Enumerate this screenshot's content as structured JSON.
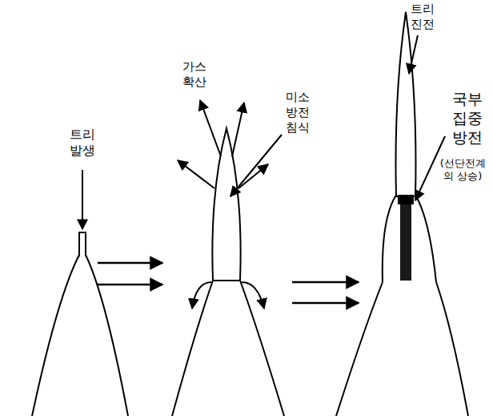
{
  "diagram": {
    "labels": [
      "트리 발생",
      "가스 확산",
      "미소 방전 침식",
      "트리 진전",
      "국부 집중 방전",
      "(선단전계 의 상승)"
    ]
  }
}
